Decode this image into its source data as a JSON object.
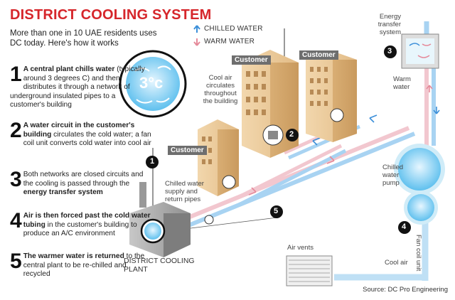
{
  "header": {
    "title": "DISTRICT COOLING SYSTEM",
    "subtitle": "More than one in 10 UAE residents uses DC today. Here's how it works"
  },
  "legend": {
    "chilled": "CHILLED WATER",
    "warm": "WARM WATER"
  },
  "steps": [
    {
      "num": "1",
      "bold": "A central plant chills water",
      "text": " (typically around 3 degrees C) and then distributes it through a network of underground insulated pipes to a customer's building"
    },
    {
      "num": "2",
      "bold": "A water circuit in the customer's building",
      "text": " circulates the cold water; a fan coil unit converts cold water into cool air"
    },
    {
      "num": "3",
      "pre": "Both networks are closed circuits and the cooling is passed through the ",
      "bold": "energy transfer system"
    },
    {
      "num": "4",
      "bold": "Air is then forced past the cold water tubing",
      "text": " in the customer's building to produce an A/C environment"
    },
    {
      "num": "5",
      "bold": "The warmer water is returned",
      "text": " to the central plant to be re-chilled and recycled"
    }
  ],
  "diagram": {
    "temp": "3°c",
    "customer": "Customer",
    "cool_air_circulates": "Cool air circulates throughout the building",
    "energy_transfer": "Energy transfer system",
    "warm_water": "Warm water",
    "chilled_pump": "Chilled water pump",
    "chilled_supply": "Chilled water supply and return pipes",
    "plant": "DISTRICT COOLING PLANT",
    "air_vents": "Air vents",
    "cool_air": "Cool air",
    "fan_coil": "Fan coil unit",
    "badges": [
      "1",
      "2",
      "3",
      "4",
      "5"
    ]
  },
  "colors": {
    "title": "#d6262b",
    "chilled": "#3b8fd9",
    "warm": "#e58a9a",
    "building": "#e9c99a"
  },
  "source": "Source: DC Pro Engineering"
}
